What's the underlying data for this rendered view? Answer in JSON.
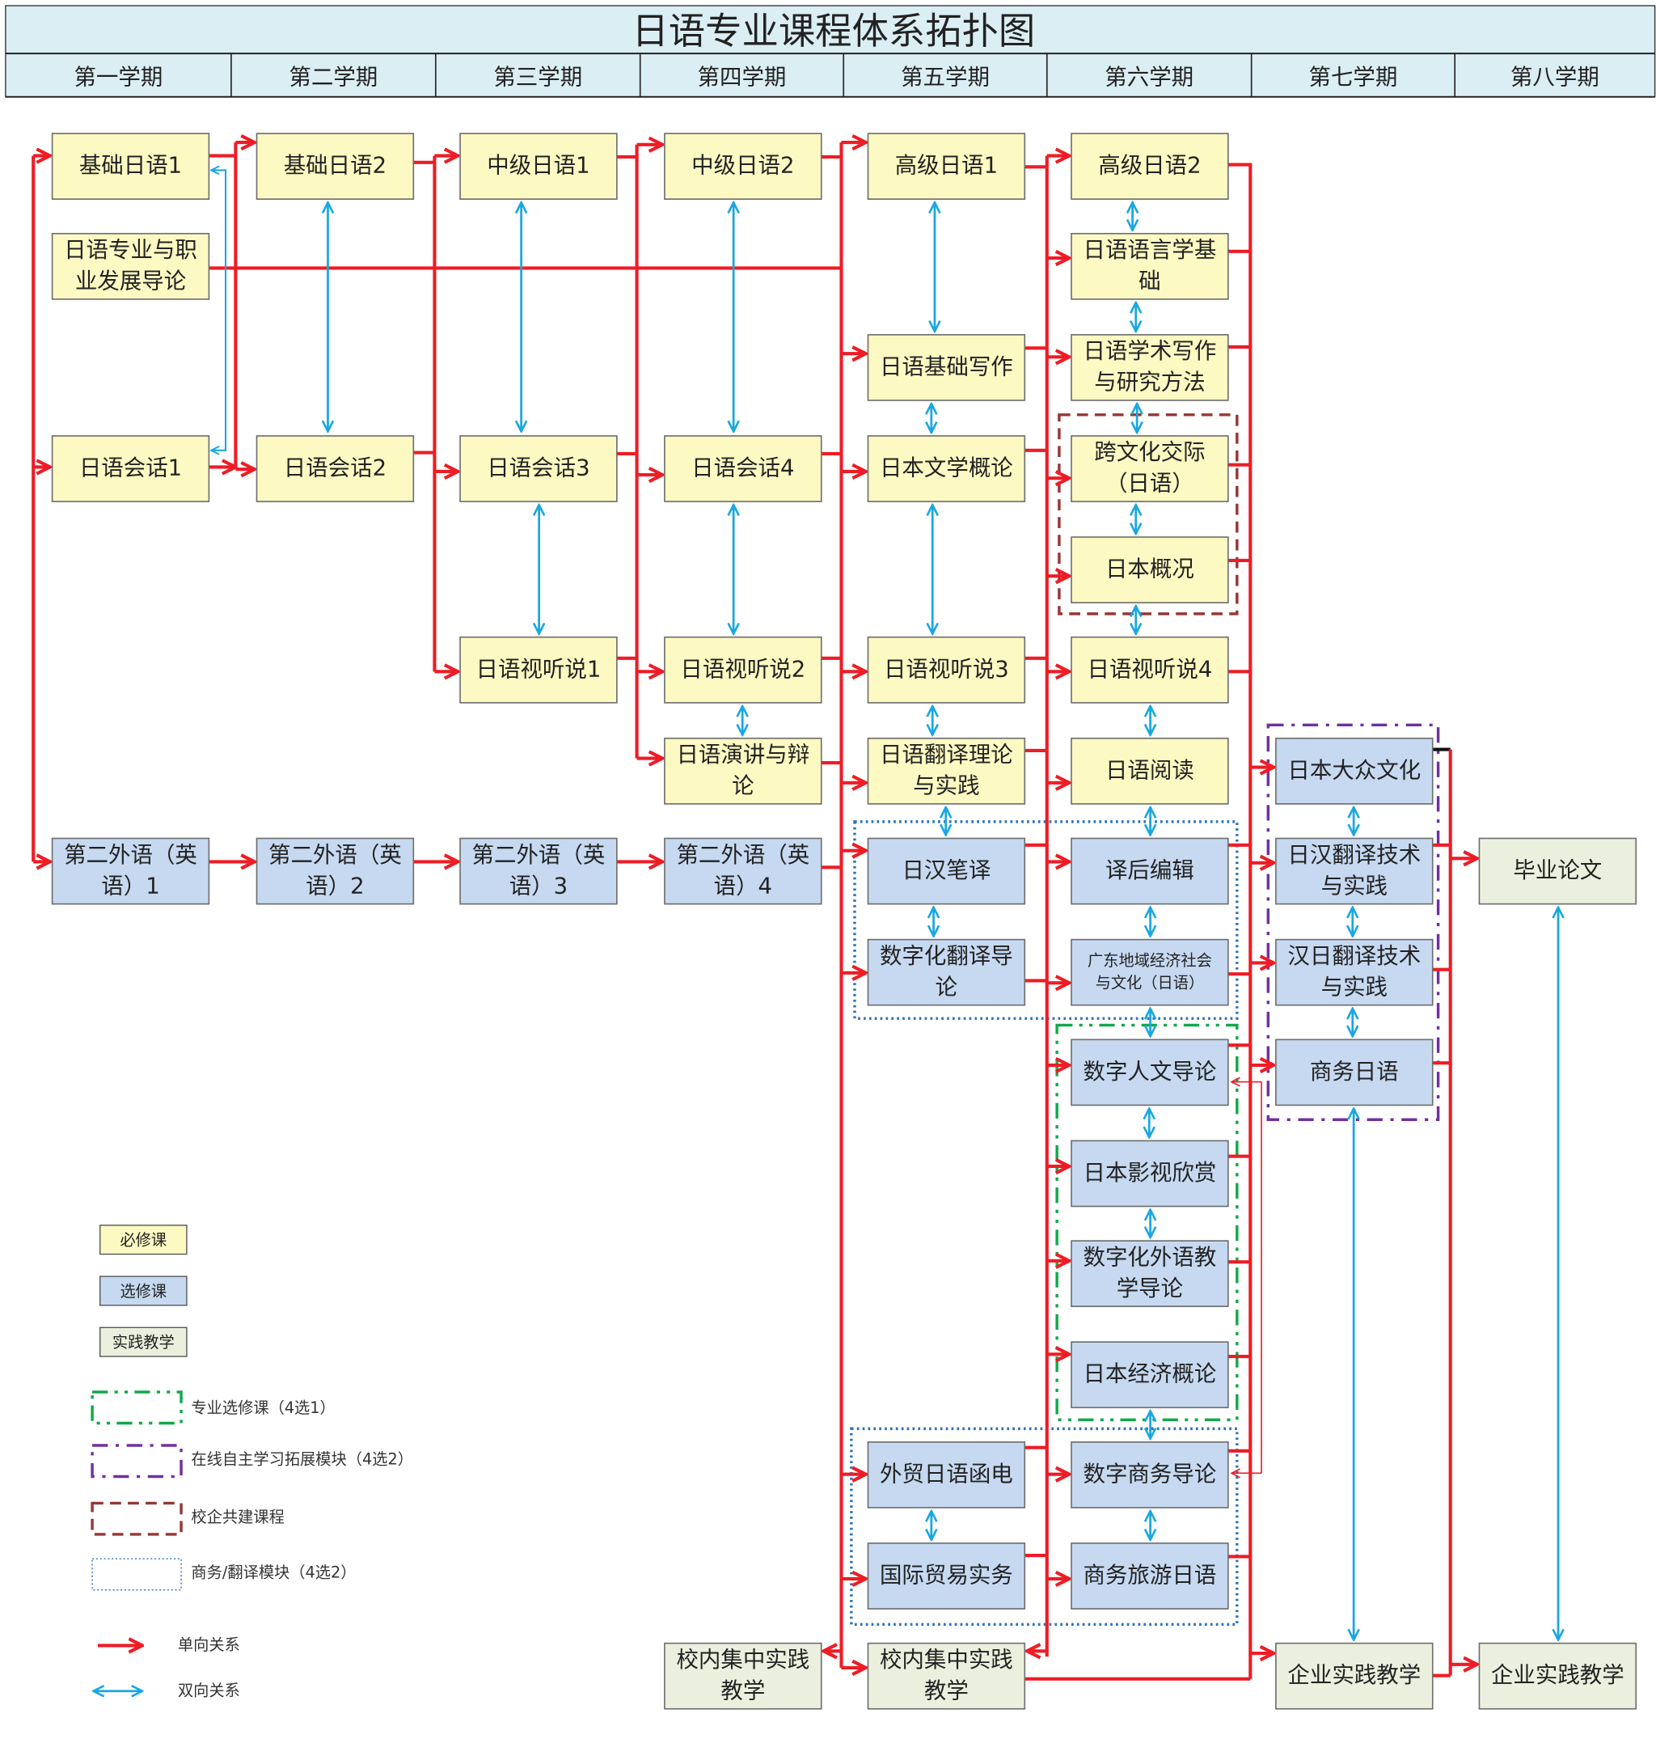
{
  "title": "日语专业课程体系拓扑图",
  "semesters": [
    "第一学期",
    "第二学期",
    "第三学期",
    "第四学期",
    "第五学期",
    "第六学期",
    "第七学期",
    "第八学期"
  ],
  "colors": {
    "required": "#fdf9c2",
    "elective": "#c6d9f1",
    "practice": "#ebf0de",
    "header": "#dbeef4",
    "one_way": "#ee1c25",
    "two_way": "#1aa7e0",
    "green_group": "#12a84a",
    "purple_group": "#7030a0",
    "brown_group": "#953735",
    "blue_group": "#2e75b6"
  },
  "nodes": [
    {
      "id": "jc1",
      "semester": 1,
      "type": "required",
      "label": [
        "基础日语1"
      ]
    },
    {
      "id": "zyfz",
      "semester": 1,
      "type": "required",
      "label": [
        "日语专业与职",
        "业发展导论"
      ]
    },
    {
      "id": "hh1",
      "semester": 1,
      "type": "required",
      "label": [
        "日语会话1"
      ]
    },
    {
      "id": "ey1",
      "semester": 1,
      "type": "elective",
      "label": [
        "第二外语（英",
        "语）1"
      ]
    },
    {
      "id": "jc2",
      "semester": 2,
      "type": "required",
      "label": [
        "基础日语2"
      ]
    },
    {
      "id": "hh2",
      "semester": 2,
      "type": "required",
      "label": [
        "日语会话2"
      ]
    },
    {
      "id": "ey2",
      "semester": 2,
      "type": "elective",
      "label": [
        "第二外语（英",
        "语）2"
      ]
    },
    {
      "id": "zj1",
      "semester": 3,
      "type": "required",
      "label": [
        "中级日语1"
      ]
    },
    {
      "id": "hh3",
      "semester": 3,
      "type": "required",
      "label": [
        "日语会话3"
      ]
    },
    {
      "id": "st1",
      "semester": 3,
      "type": "required",
      "label": [
        "日语视听说1"
      ]
    },
    {
      "id": "ey3",
      "semester": 3,
      "type": "elective",
      "label": [
        "第二外语（英",
        "语）3"
      ]
    },
    {
      "id": "zj2",
      "semester": 4,
      "type": "required",
      "label": [
        "中级日语2"
      ]
    },
    {
      "id": "hh4",
      "semester": 4,
      "type": "required",
      "label": [
        "日语会话4"
      ]
    },
    {
      "id": "st2",
      "semester": 4,
      "type": "required",
      "label": [
        "日语视听说2"
      ]
    },
    {
      "id": "yj",
      "semester": 4,
      "type": "required",
      "label": [
        "日语演讲与辩",
        "论"
      ]
    },
    {
      "id": "ey4",
      "semester": 4,
      "type": "elective",
      "label": [
        "第二外语（英",
        "语）4"
      ]
    },
    {
      "id": "xn4",
      "semester": 4,
      "type": "practice",
      "label": [
        "校内集中实践",
        "教学"
      ]
    },
    {
      "id": "gj1",
      "semester": 5,
      "type": "required",
      "label": [
        "高级日语1"
      ]
    },
    {
      "id": "xz",
      "semester": 5,
      "type": "required",
      "label": [
        "日语基础写作"
      ]
    },
    {
      "id": "wx",
      "semester": 5,
      "type": "required",
      "label": [
        "日本文学概论"
      ]
    },
    {
      "id": "st3",
      "semester": 5,
      "type": "required",
      "label": [
        "日语视听说3"
      ]
    },
    {
      "id": "fy",
      "semester": 5,
      "type": "required",
      "label": [
        "日语翻译理论",
        "与实践"
      ]
    },
    {
      "id": "rhby",
      "semester": 5,
      "type": "elective",
      "label": [
        "日汉笔译"
      ]
    },
    {
      "id": "szfy",
      "semester": 5,
      "type": "elective",
      "label": [
        "数字化翻译导",
        "论"
      ]
    },
    {
      "id": "wmhd",
      "semester": 5,
      "type": "elective",
      "label": [
        "外贸日语函电"
      ]
    },
    {
      "id": "gjmy",
      "semester": 5,
      "type": "elective",
      "label": [
        "国际贸易实务"
      ]
    },
    {
      "id": "xn5",
      "semester": 5,
      "type": "practice",
      "label": [
        "校内集中实践",
        "教学"
      ]
    },
    {
      "id": "gj2",
      "semester": 6,
      "type": "required",
      "label": [
        "高级日语2"
      ]
    },
    {
      "id": "yyx",
      "semester": 6,
      "type": "required",
      "label": [
        "日语语言学基",
        "础"
      ]
    },
    {
      "id": "xsxz",
      "semester": 6,
      "type": "required",
      "label": [
        "日语学术写作",
        "与研究方法"
      ]
    },
    {
      "id": "kwh",
      "semester": 6,
      "type": "required",
      "label": [
        "跨文化交际",
        "（日语）"
      ]
    },
    {
      "id": "rbgk",
      "semester": 6,
      "type": "required",
      "label": [
        "日本概况"
      ]
    },
    {
      "id": "st4",
      "semester": 6,
      "type": "required",
      "label": [
        "日语视听说4"
      ]
    },
    {
      "id": "yd",
      "semester": 6,
      "type": "required",
      "label": [
        "日语阅读"
      ]
    },
    {
      "id": "yhbj",
      "semester": 6,
      "type": "elective",
      "label": [
        "译后编辑"
      ]
    },
    {
      "id": "gd",
      "semester": 6,
      "type": "elective",
      "small": true,
      "label": [
        "广东地域经济社会",
        "与文化（日语）"
      ]
    },
    {
      "id": "szrw",
      "semester": 6,
      "type": "elective",
      "label": [
        "数字人文导论"
      ]
    },
    {
      "id": "ys",
      "semester": 6,
      "type": "elective",
      "label": [
        "日本影视欣赏"
      ]
    },
    {
      "id": "szwy",
      "semester": 6,
      "type": "elective",
      "label": [
        "数字化外语教",
        "学导论"
      ]
    },
    {
      "id": "jj",
      "semester": 6,
      "type": "elective",
      "label": [
        "日本经济概论"
      ]
    },
    {
      "id": "szsw",
      "semester": 6,
      "type": "elective",
      "label": [
        "数字商务导论"
      ]
    },
    {
      "id": "swly",
      "semester": 6,
      "type": "elective",
      "label": [
        "商务旅游日语"
      ]
    },
    {
      "id": "dzwh",
      "semester": 7,
      "type": "elective",
      "label": [
        "日本大众文化"
      ]
    },
    {
      "id": "rhjs",
      "semester": 7,
      "type": "elective",
      "label": [
        "日汉翻译技术",
        "与实践"
      ]
    },
    {
      "id": "hrjs",
      "semester": 7,
      "type": "elective",
      "label": [
        "汉日翻译技术",
        "与实践"
      ]
    },
    {
      "id": "swry",
      "semester": 7,
      "type": "elective",
      "label": [
        "商务日语"
      ]
    },
    {
      "id": "qy7",
      "semester": 7,
      "type": "practice",
      "label": [
        "企业实践教学"
      ]
    },
    {
      "id": "bylw",
      "semester": 8,
      "type": "practice",
      "label": [
        "毕业论文"
      ]
    },
    {
      "id": "qy8",
      "semester": 8,
      "type": "practice",
      "label": [
        "企业实践教学"
      ]
    }
  ],
  "legend": {
    "required": "必修课",
    "elective": "选修课",
    "practice": "实践教学",
    "green_group": "专业选修课（4选1）",
    "purple_group": "在线自主学习拓展模块（4选2）",
    "brown_group": "校企共建课程",
    "blue_group": "商务/翻译模块（4选2）",
    "one_way": "单向关系",
    "two_way": "双向关系"
  }
}
